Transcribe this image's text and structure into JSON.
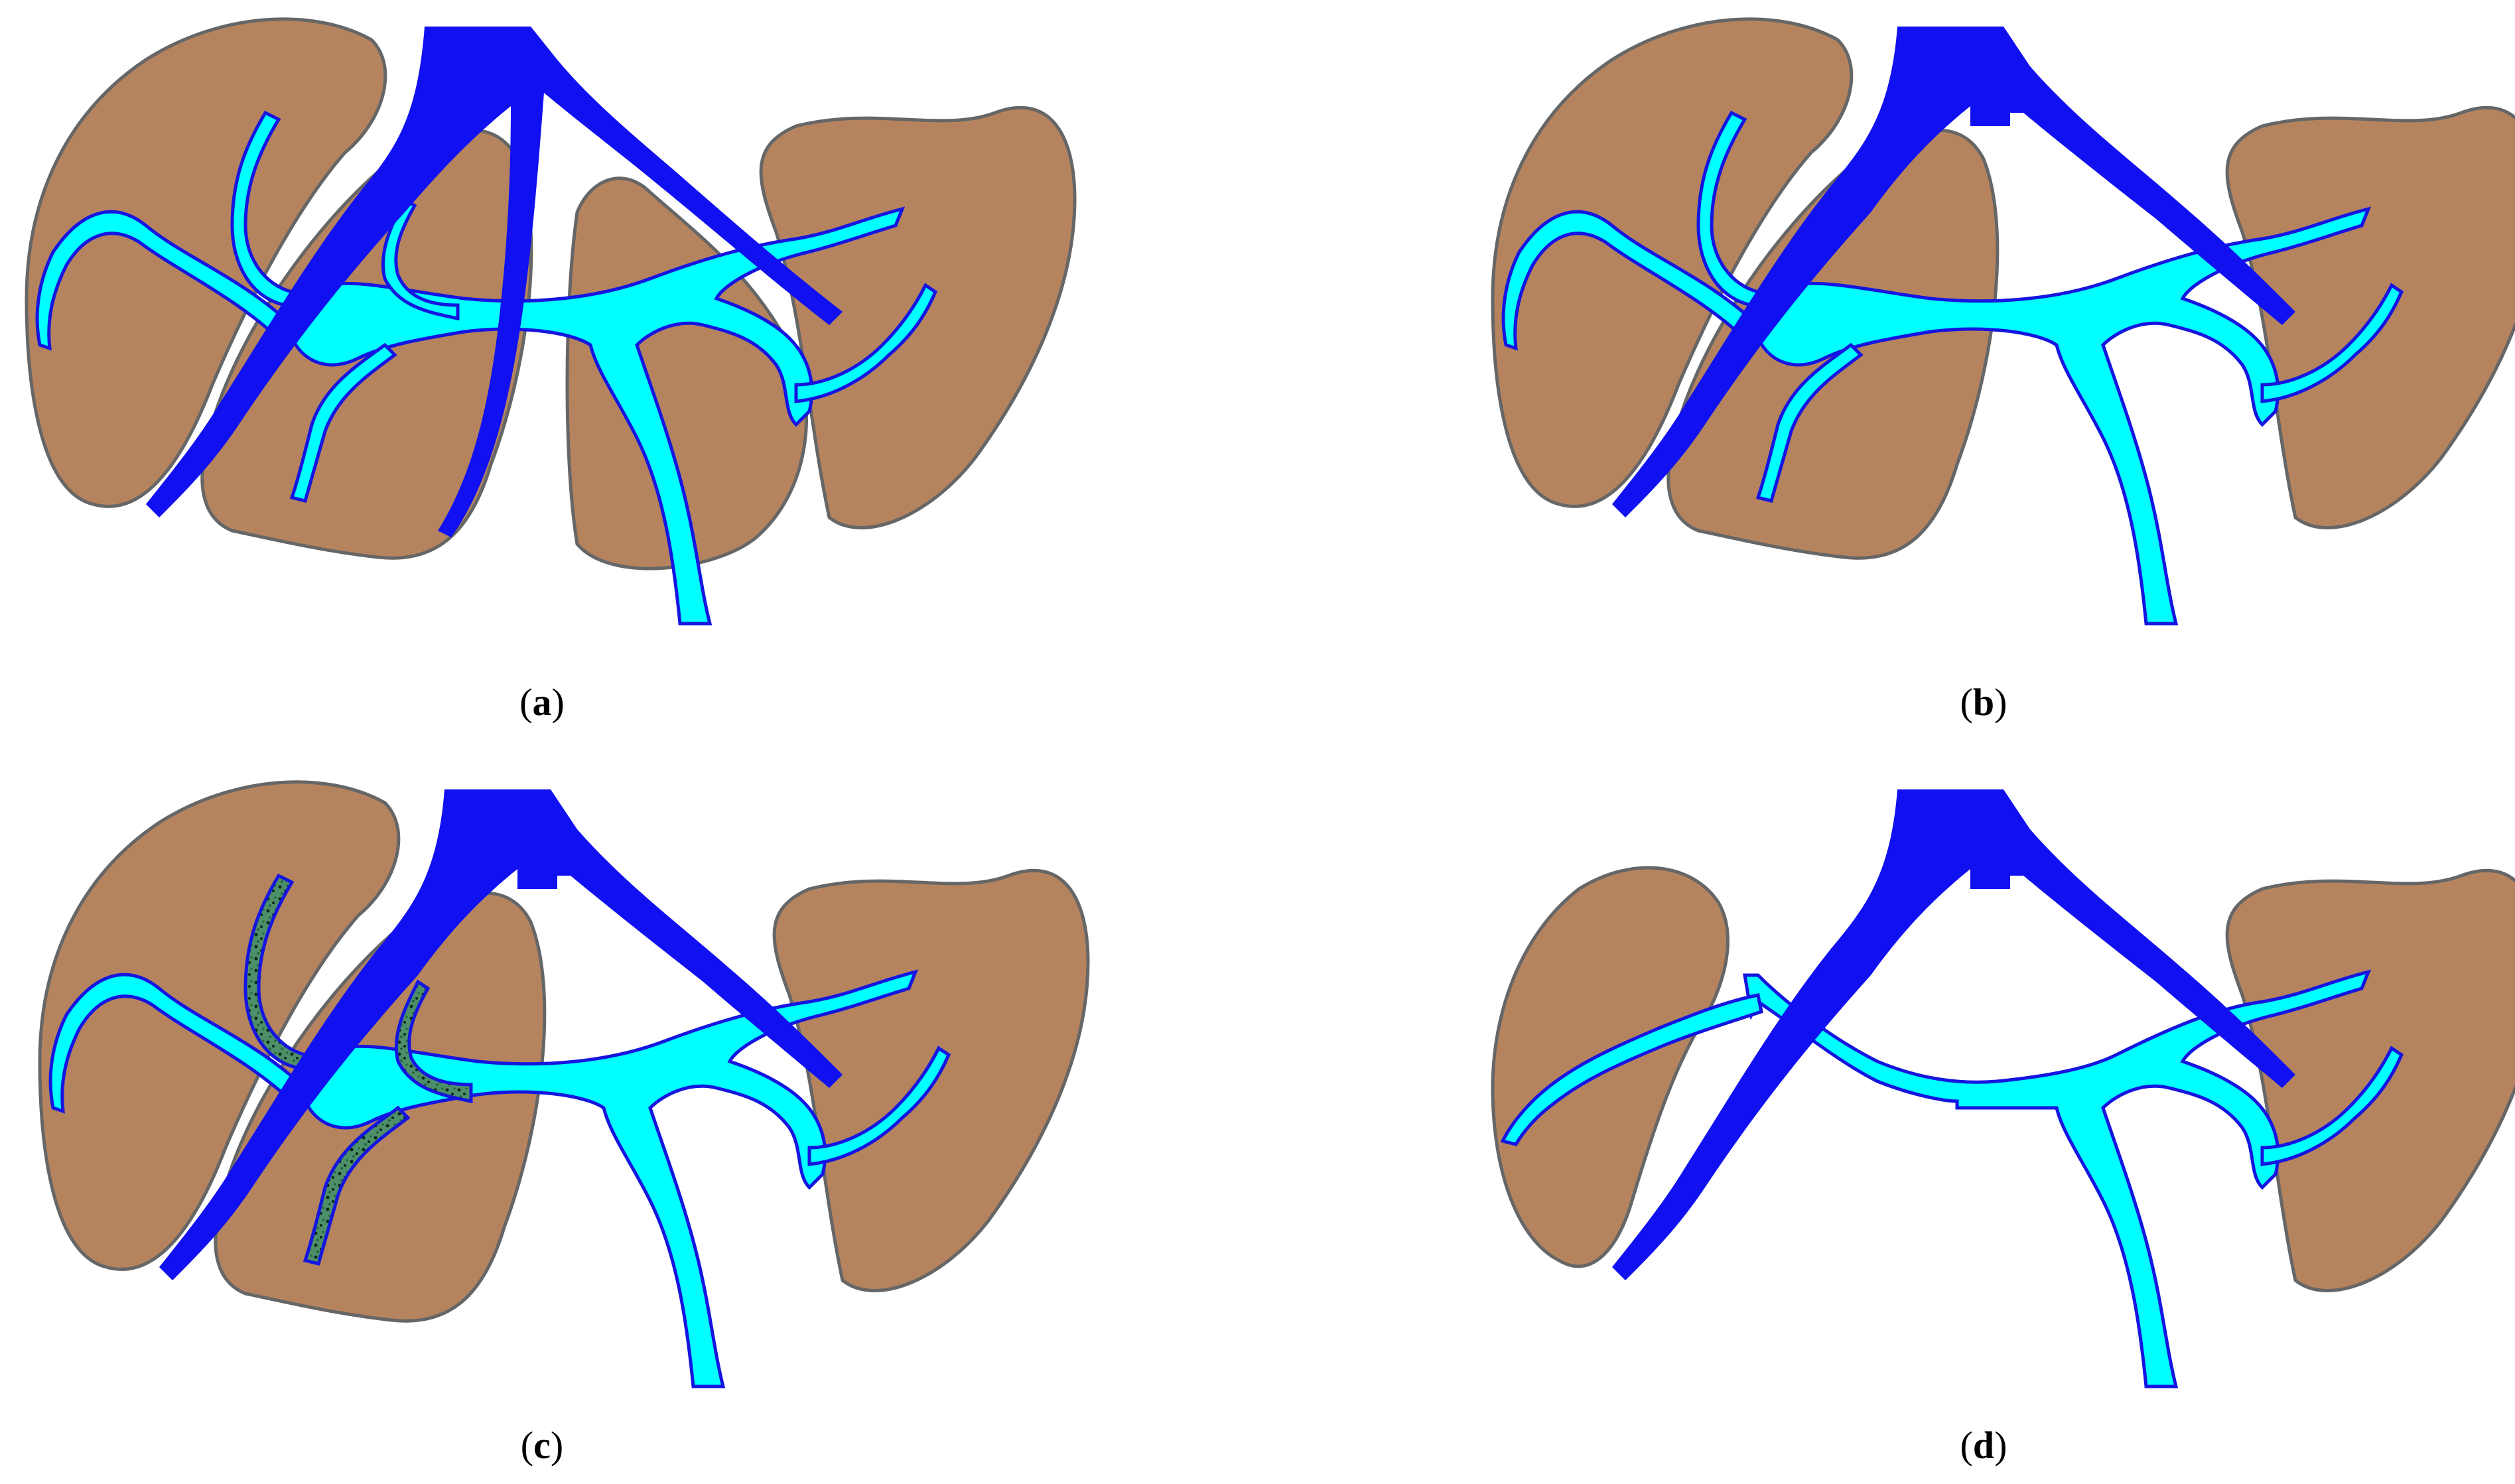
{
  "figure": {
    "panels": [
      {
        "id": "a",
        "letter": "a"
      },
      {
        "id": "b",
        "letter": "b"
      },
      {
        "id": "c",
        "letter": "c"
      },
      {
        "id": "d",
        "letter": "d"
      }
    ]
  },
  "colors": {
    "liver_fill": "#B5845F",
    "liver_stroke": "#666666",
    "hepatic_vein": "#1010F0",
    "portal_vein_fill": "#00FFFF",
    "portal_vein_stroke": "#1515E0",
    "thrombus_fill": "#4C8F68",
    "background": "#FFFFFF"
  }
}
